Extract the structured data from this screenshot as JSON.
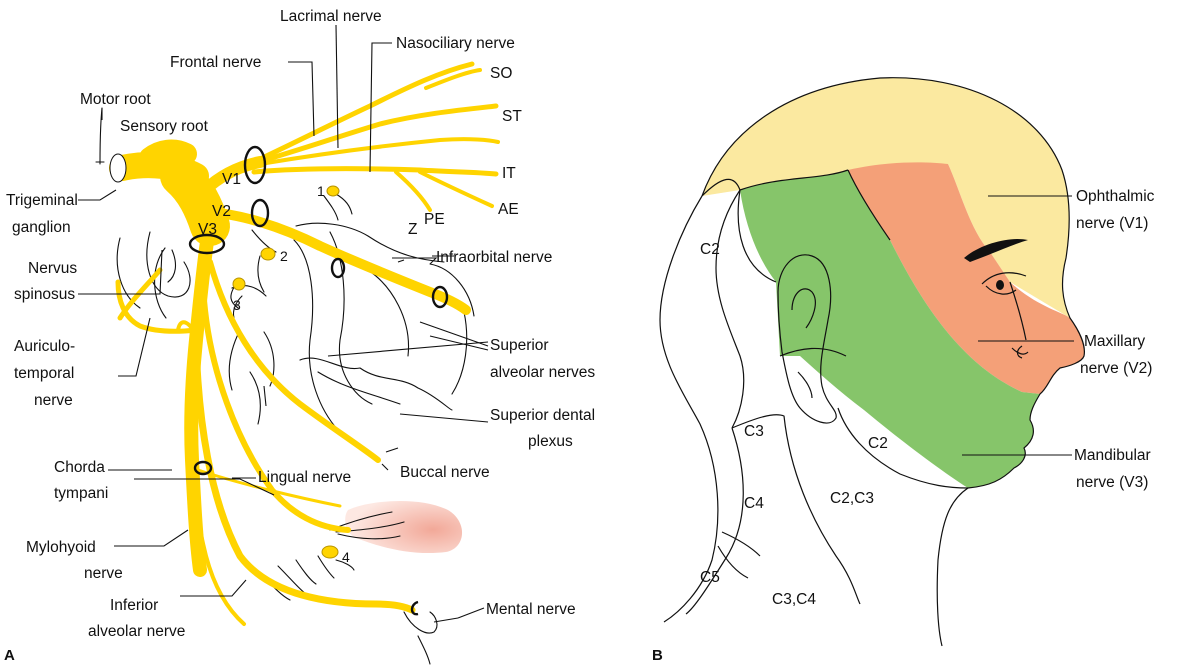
{
  "panel_a": {
    "panel_label": "A",
    "labels": {
      "lacrimal": "Lacrimal nerve",
      "nasociliary": "Nasociliary nerve",
      "frontal": "Frontal nerve",
      "motor_root": "Motor root",
      "sensory_root": "Sensory root",
      "so": "SO",
      "st": "ST",
      "it": "IT",
      "ae": "AE",
      "pe": "PE",
      "v1": "V1",
      "v2": "V2",
      "v3": "V3",
      "n1": "1",
      "n2": "2",
      "n3": "3",
      "n4": "4",
      "z": "Z",
      "trigeminal_1": "Trigeminal",
      "trigeminal_2": "ganglion",
      "infraorbital": "Infraorbital nerve",
      "spinosus_1": "Nervus",
      "spinosus_2": "spinosus",
      "sup_alv_1": "Superior",
      "sup_alv_2": "alveolar nerves",
      "auric_1": "Auriculo-",
      "auric_2": "temporal",
      "auric_3": "nerve",
      "sup_dental_1": "Superior dental",
      "sup_dental_2": "plexus",
      "chorda_1": "Chorda",
      "chorda_2": "tympani",
      "lingual": "Lingual nerve",
      "buccal": "Buccal nerve",
      "mylohyoid_1": "Mylohyoid",
      "mylohyoid_2": "nerve",
      "inf_alv_1": "Inferior",
      "inf_alv_2": "alveolar nerve",
      "mental": "Mental nerve"
    }
  },
  "panel_b": {
    "panel_label": "B",
    "labels": {
      "ophthalmic_1": "Ophthalmic",
      "ophthalmic_2": "nerve (V1)",
      "maxillary_1": "Maxillary",
      "maxillary_2": "nerve (V2)",
      "mandibular_1": "Mandibular",
      "mandibular_2": "nerve (V3)",
      "c2_back": "C2",
      "c2_neck": "C2",
      "c3": "C3",
      "c4": "C4",
      "c5": "C5",
      "c2c3": "C2,C3",
      "c3c4": "C3,C4"
    },
    "colors": {
      "ophthalmic": "#fbe9a0",
      "maxillary": "#f4a078",
      "mandibular": "#86c56a"
    }
  },
  "colors": {
    "nerve": "#ffd400",
    "tongue": "#f6c4b4"
  }
}
